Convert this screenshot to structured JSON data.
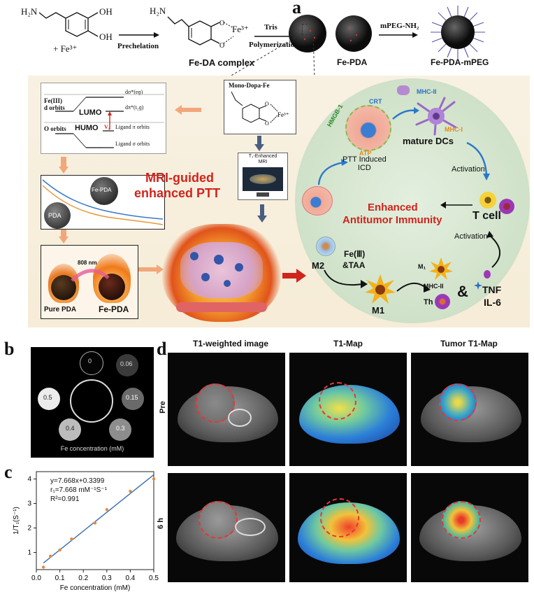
{
  "panel_a": {
    "letter": "a",
    "dopamine_sub": "H₂N",
    "oh1": "OH",
    "oh2": "OH",
    "plus_fe": "+  Fe³⁺",
    "prechelation": "Prechelation",
    "fe3": "Fe³⁺",
    "complex_label": "Fe-DA complex",
    "tris": "Tris",
    "polymerization": "Polymerization",
    "fepda_label": "Fe-PDA",
    "mpeg": "mPEG-NH₂",
    "fepda_mpeg_label": "Fe-PDA-mPEG",
    "mono_dopa_fe": "Mono-Dopa-Fe",
    "fe_d": "Fe(III)\nd orbits",
    "lumo": "LUMO",
    "humo": "HUMO",
    "o_orbits": "O orbits",
    "v1": "V₁",
    "d_sigma": "dσ*(eɡ)",
    "d_pi": "dπ*(t₂ɡ)",
    "ligand_pi": "Ligand π orbits",
    "ligand_sigma": "Ligand σ orbits",
    "fepda_sphere": "Fe-PDA",
    "pda_sphere": "PDA",
    "nm808": "808 nm",
    "pure_pda": "Pure PDA",
    "fepda_burn": "Fe-PDA",
    "t1_mri": "T₁-Enhanced\nMRI",
    "mri_guided1": "MRI-guided",
    "mri_guided2": "enhanced PTT",
    "hmgb": "HMGB-1",
    "crt": "CRT",
    "atp": "ATP",
    "ptt_icd": "PTT Induced\nICD",
    "mhc2_top": "MHC-II",
    "mhc1": "MHC-I",
    "mature_dcs": "mature DCs",
    "activation1": "Activation",
    "enhanced_immunity1": "Enhanced",
    "enhanced_immunity2": "Antitumor Immunity",
    "tcell": "T cell",
    "activation2": "Activation",
    "m2": "M2",
    "fe_taa1": "Fe(Ⅲ)",
    "fe_taa2": "&TAA",
    "m1_small": "M₁",
    "mhc2_bottom": "MHC-II",
    "th": "Th",
    "amp": "&",
    "tnf": "TNF",
    "il6": "IL-6",
    "m1": "M1"
  },
  "panel_b": {
    "letter": "b",
    "samples": [
      "0",
      "0.06",
      "0.15",
      "0.3",
      "0.4",
      "0.5"
    ],
    "xlabel": "Fe concentration (mM)"
  },
  "panel_c": {
    "letter": "c",
    "eq": "y=7.668x+0.3399",
    "r1": "r₁=7.668 mM⁻¹S⁻¹",
    "r2": "R²=0.991"
  },
  "panel_d": {
    "letter": "d",
    "col_titles": [
      "T1-weighted image",
      "T1-Map",
      "Tumor T1-Map"
    ],
    "row_labels": [
      "Pre",
      "6 h"
    ]
  },
  "chart_data": {
    "type": "scatter",
    "title": "",
    "xlabel": "Fe concentration (mM)",
    "ylabel": "1/T₁(S⁻¹)",
    "xlim": [
      0.0,
      0.5
    ],
    "ylim": [
      0.3,
      4.3
    ],
    "x_ticks": [
      "0.0",
      "0.1",
      "0.2",
      "0.3",
      "0.4",
      "0.5"
    ],
    "y_ticks": [
      "1",
      "2",
      "3",
      "4"
    ],
    "grid": false,
    "series": [
      {
        "x": [
          0.03,
          0.06,
          0.1,
          0.15,
          0.25,
          0.3,
          0.4,
          0.5
        ],
        "y": [
          0.4,
          0.85,
          1.1,
          1.55,
          2.2,
          2.75,
          3.5,
          4.0
        ]
      }
    ],
    "fit": {
      "slope": 7.668,
      "intercept": 0.3399
    },
    "colors": {
      "points": "#e8893a",
      "fit": "#3a6fb0"
    }
  }
}
